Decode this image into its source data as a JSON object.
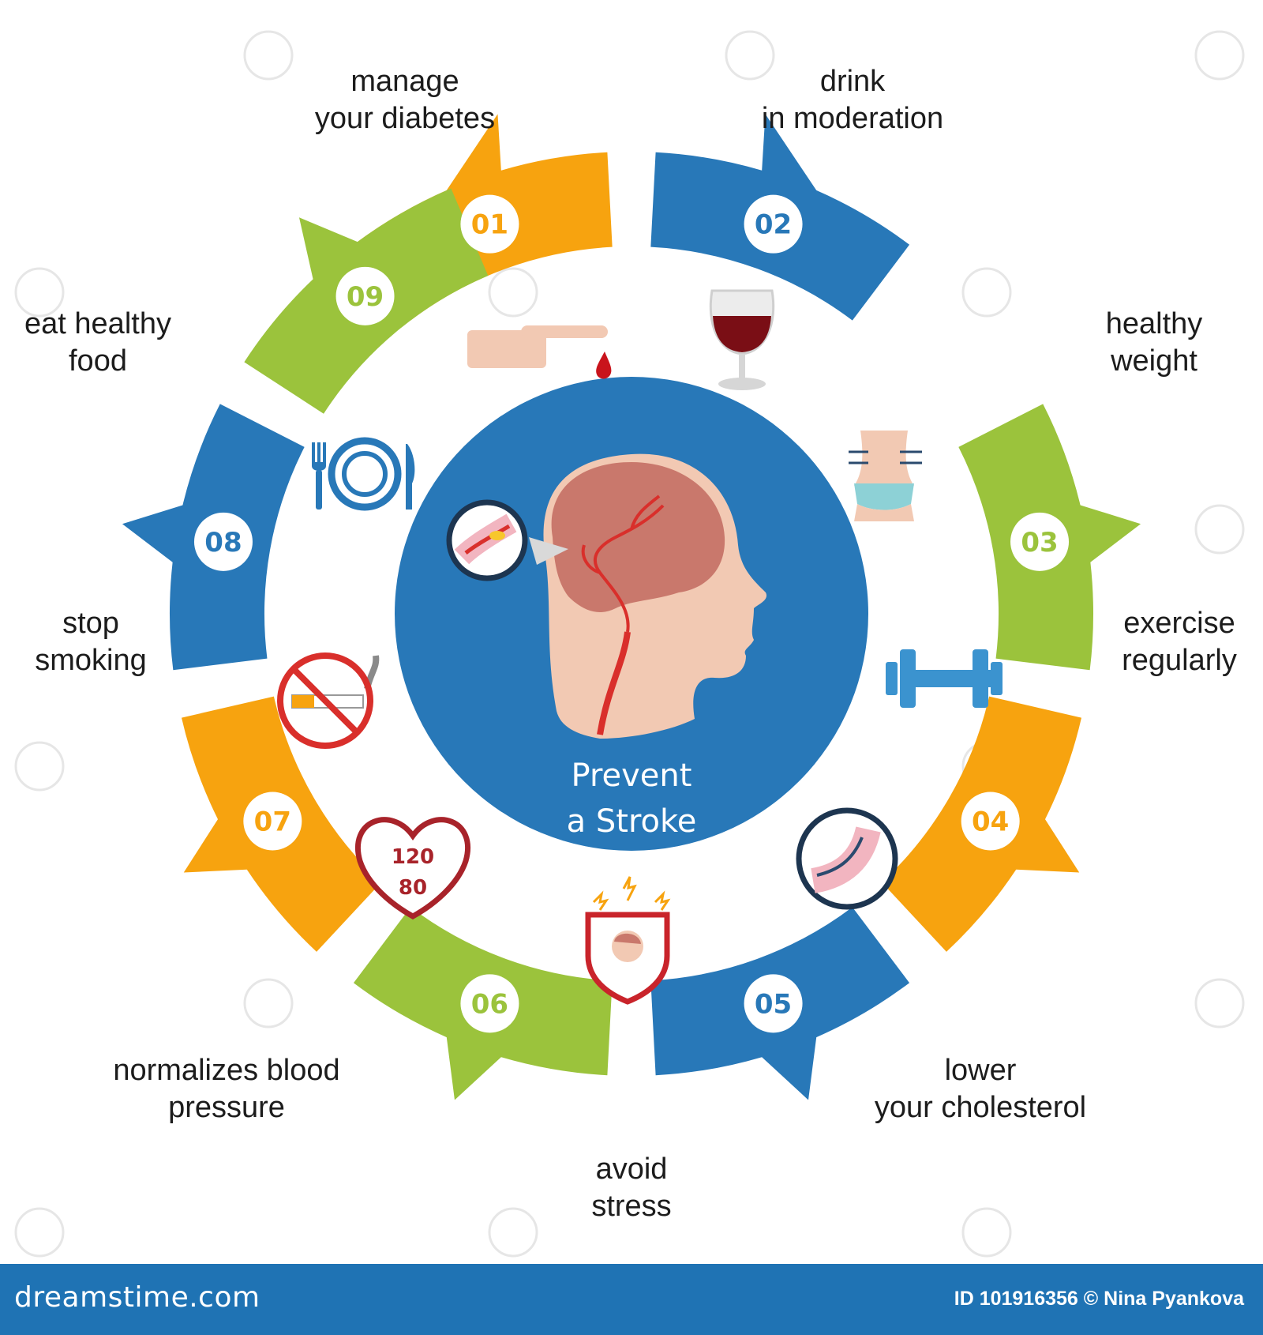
{
  "center": {
    "line1": "Prevent",
    "line2": "a Stroke"
  },
  "colors": {
    "orange": "#F7A30F",
    "blue": "#2878B8",
    "green": "#9BC33C",
    "footer": "#1F73B4"
  },
  "steps": [
    {
      "number": "01",
      "label_line1": "manage",
      "label_line2": "your diabetes",
      "color": "orange",
      "icon": "finger-prick-blood-drop-icon"
    },
    {
      "number": "02",
      "label_line1": "drink",
      "label_line2": "in moderation",
      "color": "blue",
      "icon": "wine-glass-icon"
    },
    {
      "number": "03",
      "label_line1": "healthy",
      "label_line2": "weight",
      "color": "green",
      "icon": "slim-waist-icon"
    },
    {
      "number": "04",
      "label_line1": "exercise",
      "label_line2": "regularly",
      "color": "orange",
      "icon": "dumbbell-icon"
    },
    {
      "number": "05",
      "label_line1": "lower",
      "label_line2": "your cholesterol",
      "color": "blue",
      "icon": "clear-artery-icon"
    },
    {
      "number": "06",
      "label_line1": "avoid",
      "label_line2": "stress",
      "color": "green",
      "icon": "stress-shield-icon"
    },
    {
      "number": "07",
      "label_line1": "normalizes blood",
      "label_line2": "pressure",
      "color": "orange",
      "icon": "blood-pressure-heart-icon"
    },
    {
      "number": "08",
      "label_line1": "stop",
      "label_line2": "smoking",
      "color": "blue",
      "icon": "no-smoking-icon"
    },
    {
      "number": "09",
      "label_line1": "eat healthy",
      "label_line2": "food",
      "color": "green",
      "icon": "plate-cutlery-icon"
    }
  ],
  "heart_readout": {
    "systolic": "120",
    "diastolic": "80"
  },
  "footer": {
    "logo": "dreamstime.com",
    "credit": "ID 101916356 © Nina  Pyankova"
  }
}
